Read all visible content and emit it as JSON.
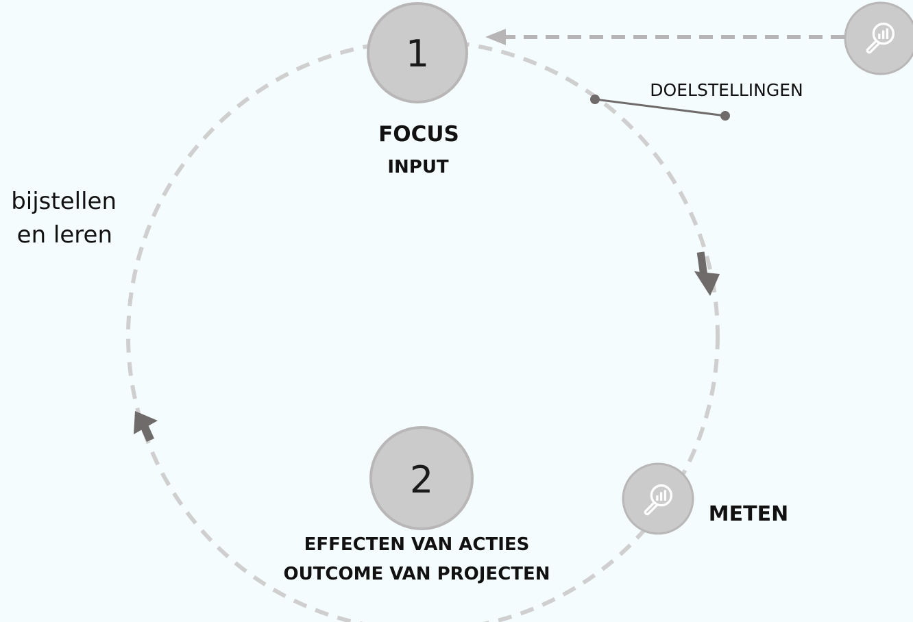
{
  "colors": {
    "background": "#f5fcfd",
    "dashed_path": "#cfcfcf",
    "node_fill": "#cccbcb",
    "node_stroke": "#b8b6b6",
    "arrow": "#6f6b6b",
    "leader_line": "#6f6b6b",
    "text": "#111111"
  },
  "nodes": {
    "step1": {
      "number": "1"
    },
    "step2": {
      "number": "2"
    }
  },
  "labels": {
    "focus": "FOCUS",
    "input": "INPUT",
    "doelstellingen": "DOELSTELLINGEN",
    "meten": "METEN",
    "effecten_line1": "EFFECTEN VAN ACTIES",
    "effecten_line2": "OUTCOME VAN PROJECTEN",
    "bijstellen_line1": "bijstellen",
    "bijstellen_line2": "en leren"
  },
  "icons": {
    "measure": "magnifier-chart-icon",
    "external_measure": "magnifier-chart-icon"
  }
}
